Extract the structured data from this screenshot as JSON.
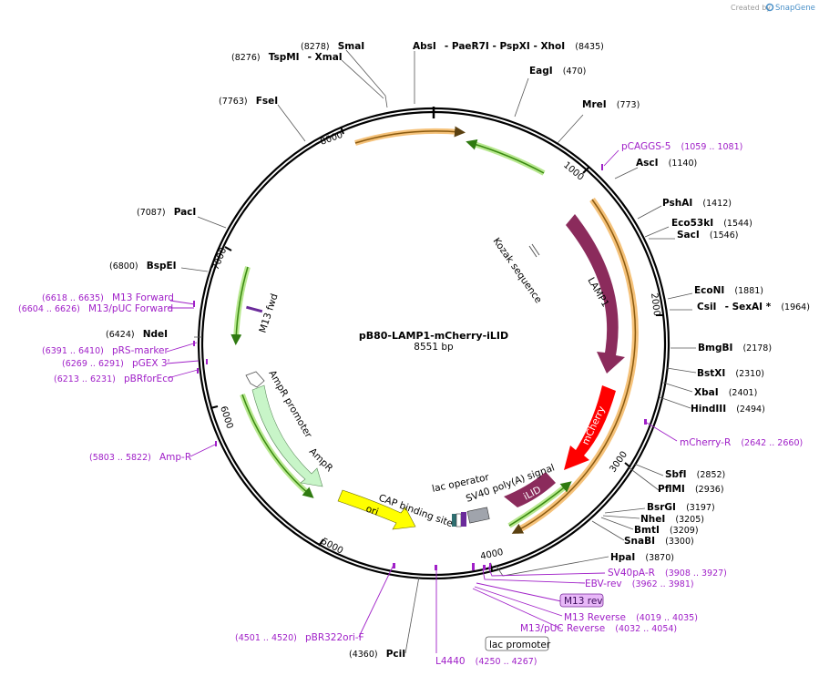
{
  "credit": {
    "prefix": "Created by",
    "brand": "SnapGene"
  },
  "plasmid": {
    "name": "pB80-LAMP1-mCherry-iLID",
    "size": "8551 bp"
  },
  "ticks": [
    "1000",
    "2000",
    "3000",
    "4000",
    "5000",
    "6000",
    "7000",
    "8000"
  ],
  "enzymes": [
    {
      "pos": "(8278)",
      "name": "SmaI"
    },
    {
      "pos": "(8276)",
      "name": "TspMI",
      "extra": "- XmaI"
    },
    {
      "name": "AbsI",
      "extra": "- PaeR7I   - PspXI   - XhoI",
      "pos": "(8435)"
    },
    {
      "name": "EagI",
      "pos": "(470)"
    },
    {
      "pos": "(7763)",
      "name": "FseI"
    },
    {
      "name": "MreI",
      "pos": "(773)"
    },
    {
      "name": "AscI",
      "pos": "(1140)"
    },
    {
      "name": "PshAI",
      "pos": "(1412)"
    },
    {
      "name": "Eco53kI",
      "pos": "(1544)"
    },
    {
      "name": "SacI",
      "pos": "(1546)"
    },
    {
      "pos": "(7087)",
      "name": "PacI"
    },
    {
      "pos": "(6800)",
      "name": "BspEI"
    },
    {
      "name": "EcoNI",
      "pos": "(1881)"
    },
    {
      "name": "CsiI",
      "extra": "- SexAI *",
      "pos": "(1964)"
    },
    {
      "pos": "(6424)",
      "name": "NdeI"
    },
    {
      "name": "BmgBI",
      "pos": "(2178)"
    },
    {
      "name": "BstXI",
      "pos": "(2310)"
    },
    {
      "name": "XbaI",
      "pos": "(2401)"
    },
    {
      "name": "HindIII",
      "pos": "(2494)"
    },
    {
      "name": "SbfI",
      "pos": "(2852)"
    },
    {
      "name": "PflMI",
      "pos": "(2936)"
    },
    {
      "name": "BsrGI",
      "pos": "(3197)"
    },
    {
      "name": "NheI",
      "pos": "(3205)"
    },
    {
      "name": "BmtI",
      "pos": "(3209)"
    },
    {
      "name": "SnaBI",
      "pos": "(3300)"
    },
    {
      "name": "HpaI",
      "pos": "(3870)"
    },
    {
      "pos": "(4360)",
      "name": "PciI"
    }
  ],
  "primers": [
    {
      "name": "pCAGGS-5",
      "pos": "(1059 .. 1081)"
    },
    {
      "pos": "(6618 .. 6635)",
      "name": "M13 Forward"
    },
    {
      "pos": "(6604 .. 6626)",
      "name": "M13/pUC Forward"
    },
    {
      "pos": "(6391 .. 6410)",
      "name": "pRS-marker"
    },
    {
      "pos": "(6269 .. 6291)",
      "name": "pGEX 3'"
    },
    {
      "pos": "(6213 .. 6231)",
      "name": "pBRforEco"
    },
    {
      "name": "mCherry-R",
      "pos": "(2642 .. 2660)"
    },
    {
      "pos": "(5803 .. 5822)",
      "name": "Amp-R"
    },
    {
      "name": "SV40pA-R",
      "pos": "(3908 .. 3927)"
    },
    {
      "name": "EBV-rev",
      "pos": "(3962 .. 3981)"
    },
    {
      "name": "M13 rev"
    },
    {
      "name": "M13 Reverse",
      "pos": "(4019 .. 4035)"
    },
    {
      "name": "M13/pUC Reverse",
      "pos": "(4032 .. 4054)"
    },
    {
      "pos": "(4501 .. 4520)",
      "name": "pBR322ori-F"
    },
    {
      "name": "L4440",
      "pos": "(4250 .. 4267)"
    }
  ],
  "features": {
    "kozak": "Kozak sequence",
    "lamp1": "LAMP1",
    "mcherry": "mCherry",
    "ilid": "iLID",
    "sv40": "SV40 poly(A) signal",
    "lac_operator": "lac operator",
    "cap": "CAP binding site",
    "lac_promoter": "lac promoter",
    "ori": "ori",
    "ampr": "AmpR",
    "ampr_promoter": "AmpR promoter",
    "m13fwd": "M13 fwd"
  },
  "colors": {
    "backbone": "#000000",
    "primer": "#a020c8",
    "lamp1": "#8b2b5c",
    "mcherry": "#ff0000",
    "ilid": "#8b2b5c",
    "ori": "#ffff00",
    "ampr": "#c8f5c8",
    "orange_arc": "#f0a830",
    "green_arc": "#7ac040",
    "primer_box": "#e8b8f8",
    "sv40_box": "#a0a4ac",
    "lac_op_box": "#2e6e70"
  }
}
